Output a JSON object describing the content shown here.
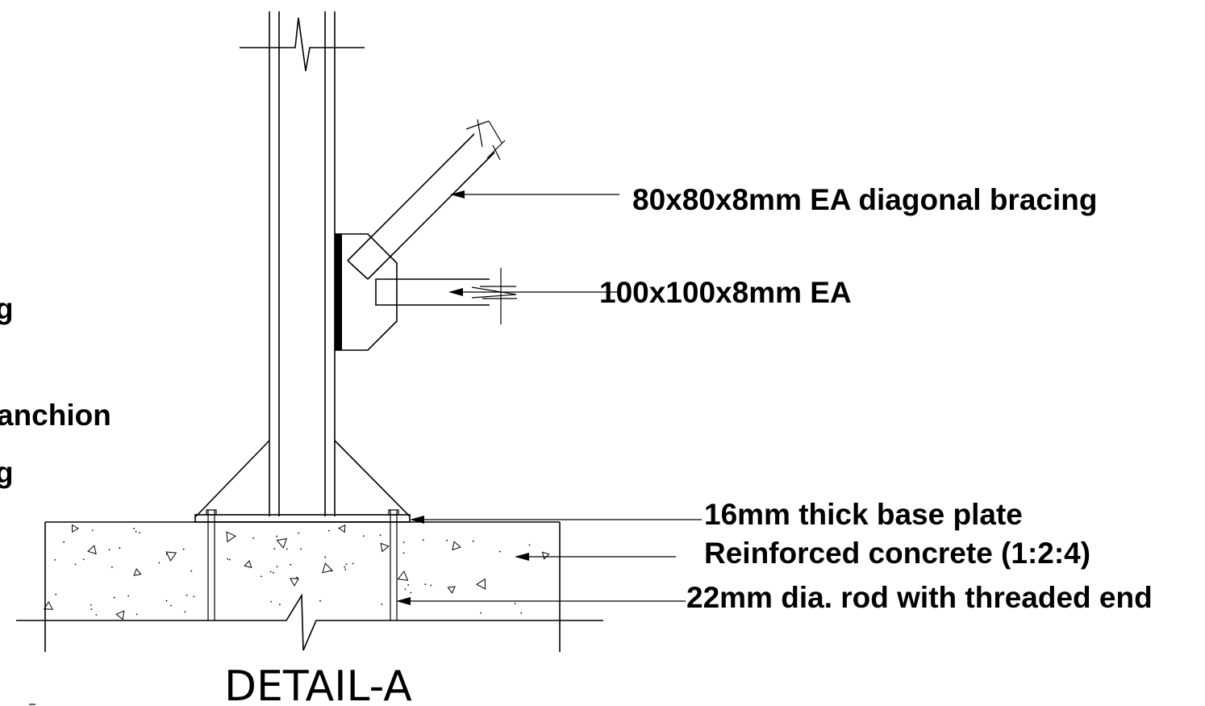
{
  "title": "DETAIL-A",
  "labels": {
    "diagonal_bracing": "80x80x8mm EA diagonal bracing",
    "horizontal_member": "100x100x8mm EA",
    "base_plate": "16mm thick base plate",
    "concrete": "Reinforced concrete (1:2:4)",
    "anchor_rod": "22mm dia. rod with threaded end"
  },
  "cut_off_labels": {
    "left_1": "g",
    "left_2": "anchion",
    "left_3": "g"
  }
}
